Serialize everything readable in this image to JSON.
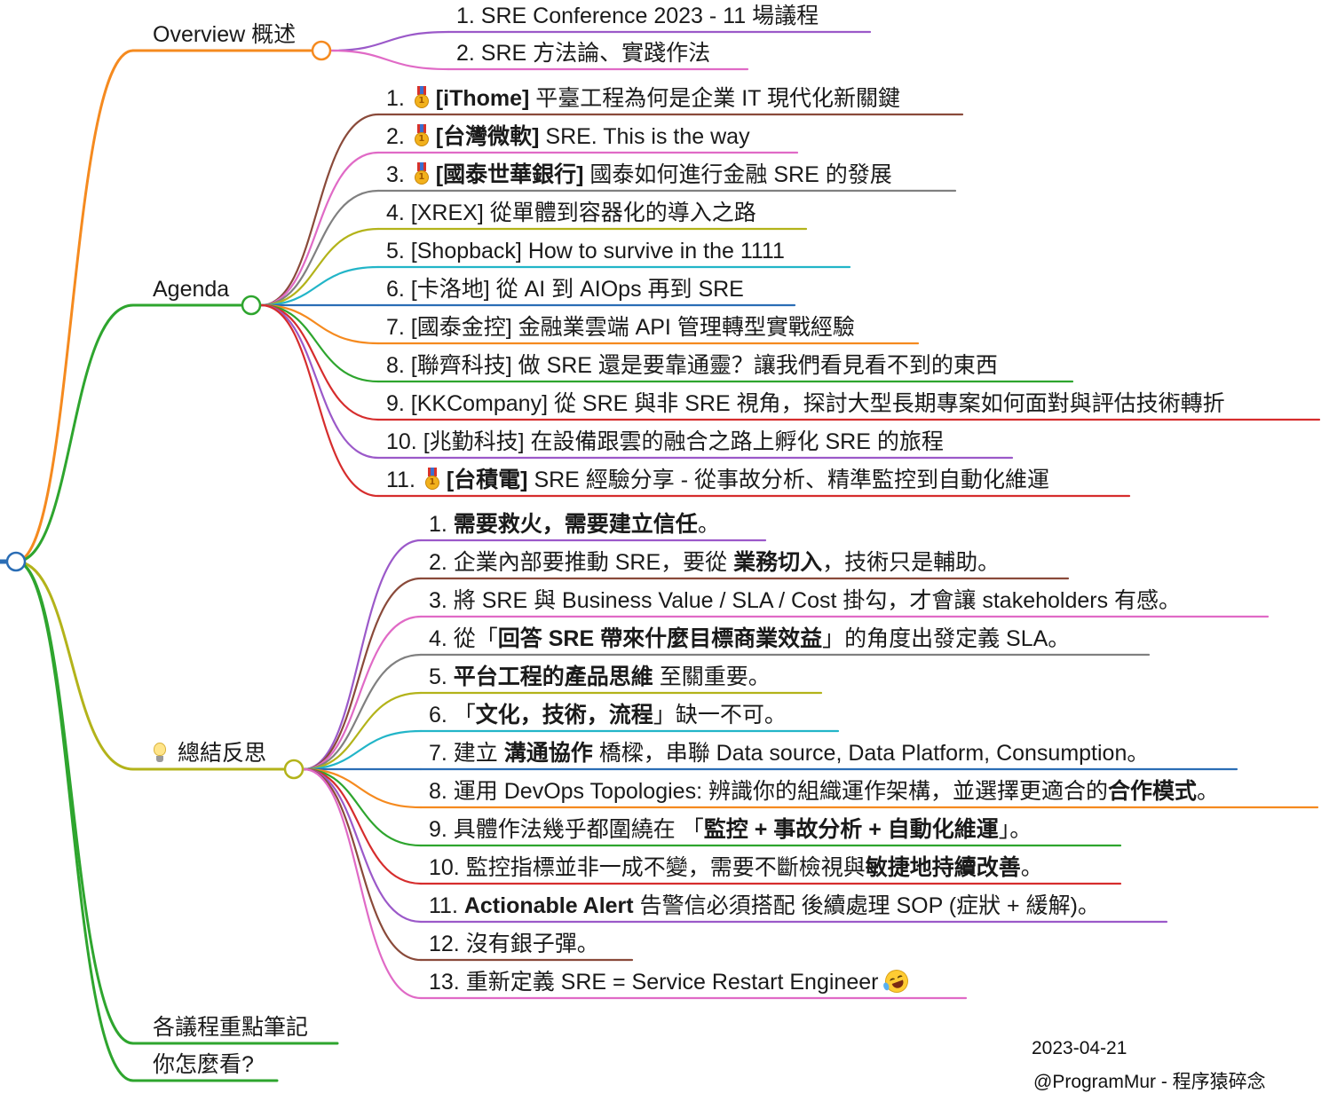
{
  "colors": {
    "overview": "#f58a1f",
    "agenda": "#2ea52e",
    "summary": "#b3b31a",
    "notes": "#2ea52e",
    "opinion": "#2ea52e",
    "root": "#2a6db5",
    "palette": [
      "#9b59c9",
      "#e06ac6",
      "#8a4a3a",
      "#e06ac6",
      "#808080",
      "#b3b31a",
      "#22b5c8",
      "#2a6db5",
      "#f58a1f",
      "#2ea52e",
      "#d62d2d",
      "#9b59c9",
      "#d62d2d"
    ]
  },
  "branches": {
    "overview": {
      "label": "Overview 概述",
      "icon": ""
    },
    "agenda": {
      "label": "Agenda",
      "icon": ""
    },
    "summary": {
      "label": "總結反思",
      "icon": "lightbulb-icon"
    },
    "notes": {
      "label": "各議程重點筆記",
      "icon": ""
    },
    "opinion": {
      "label": "你怎麼看?",
      "icon": ""
    }
  },
  "overview_items": [
    {
      "text": "1. SRE Conference 2023 - 11 場議程"
    },
    {
      "text": "2. SRE 方法論、實踐作法"
    }
  ],
  "agenda_items": [
    {
      "num": "1.",
      "medal": true,
      "bold": "[iThome]",
      "text": " 平臺工程為何是企業 IT 現代化新關鍵"
    },
    {
      "num": "2.",
      "medal": true,
      "bold": "[台灣微軟]",
      "text": " SRE. This is the way"
    },
    {
      "num": "3.",
      "medal": true,
      "bold": "[國泰世華銀行]",
      "text": " 國泰如何進行金融 SRE 的發展"
    },
    {
      "num": "4.",
      "medal": false,
      "bold": "",
      "text": " [XREX] 從單體到容器化的導入之路"
    },
    {
      "num": "5.",
      "medal": false,
      "bold": "",
      "text": " [Shopback] How to survive in the 1111"
    },
    {
      "num": "6.",
      "medal": false,
      "bold": "",
      "text": " [卡洛地] 從 AI 到 AIOps 再到 SRE"
    },
    {
      "num": "7.",
      "medal": false,
      "bold": "",
      "text": " [國泰金控] 金融業雲端 API 管理轉型實戰經驗"
    },
    {
      "num": "8.",
      "medal": false,
      "bold": "",
      "text": " [聯齊科技] 做 SRE 還是要靠通靈？讓我們看見看不到的東西"
    },
    {
      "num": "9.",
      "medal": false,
      "bold": "",
      "text": " [KKCompany] 從 SRE 與非 SRE 視角，探討大型長期專案如何面對與評估技術轉折"
    },
    {
      "num": "10.",
      "medal": false,
      "bold": "",
      "text": " [兆勤科技] 在設備跟雲的融合之路上孵化 SRE 的旅程"
    },
    {
      "num": "11.",
      "medal": true,
      "bold": "[台積電]",
      "text": " SRE 經驗分享 - 從事故分析、精準監控到自動化維運"
    }
  ],
  "summary_items": [
    {
      "parts": [
        {
          "t": "1. ",
          "b": false
        },
        {
          "t": "需要救火，需要建立信任",
          "b": true
        },
        {
          "t": "。",
          "b": false
        }
      ]
    },
    {
      "parts": [
        {
          "t": "2. 企業內部要推動 SRE，要從 ",
          "b": false
        },
        {
          "t": "業務切入",
          "b": true
        },
        {
          "t": "，技術只是輔助。",
          "b": false
        }
      ]
    },
    {
      "parts": [
        {
          "t": "3. 將 SRE 與 Business Value / SLA / Cost 掛勾，才會讓 stakeholders 有感。",
          "b": false
        }
      ]
    },
    {
      "parts": [
        {
          "t": "4. 從「",
          "b": false
        },
        {
          "t": "回答 SRE 帶來什麼目標商業效益",
          "b": true
        },
        {
          "t": "」的角度出發定義 SLA。",
          "b": false
        }
      ]
    },
    {
      "parts": [
        {
          "t": "5. ",
          "b": false
        },
        {
          "t": "平台工程的產品思維",
          "b": true
        },
        {
          "t": " 至關重要。",
          "b": false
        }
      ]
    },
    {
      "parts": [
        {
          "t": "6. 「",
          "b": false
        },
        {
          "t": "文化，技術，流程",
          "b": true
        },
        {
          "t": "」缺一不可。",
          "b": false
        }
      ]
    },
    {
      "parts": [
        {
          "t": "7. 建立 ",
          "b": false
        },
        {
          "t": "溝通協作",
          "b": true
        },
        {
          "t": " 橋樑，串聯 Data source, Data Platform, Consumption。",
          "b": false
        }
      ]
    },
    {
      "parts": [
        {
          "t": "8. 運用 DevOps Topologies: 辨識你的組織運作架構，並選擇更適合的",
          "b": false
        },
        {
          "t": "合作模式",
          "b": true
        },
        {
          "t": "。",
          "b": false
        }
      ]
    },
    {
      "parts": [
        {
          "t": "9. 具體作法幾乎都圍繞在 「",
          "b": false
        },
        {
          "t": "監控 + 事故分析 + 自動化維運",
          "b": true
        },
        {
          "t": "」。",
          "b": false
        }
      ]
    },
    {
      "parts": [
        {
          "t": "10. 監控指標並非一成不變，需要不斷檢視與",
          "b": false
        },
        {
          "t": "敏捷地持續改善",
          "b": true
        },
        {
          "t": "。",
          "b": false
        }
      ]
    },
    {
      "parts": [
        {
          "t": "11. ",
          "b": false
        },
        {
          "t": "Actionable Alert",
          "b": true
        },
        {
          "t": " 告警信必須搭配 後續處理 SOP (症狀 + 緩解)。",
          "b": false
        }
      ]
    },
    {
      "parts": [
        {
          "t": "12. 沒有銀子彈。",
          "b": false
        }
      ]
    },
    {
      "parts": [
        {
          "t": "13. 重新定義 SRE = Service Restart Engineer",
          "b": false
        }
      ],
      "emoji": "rofl-icon"
    }
  ],
  "footer": {
    "date": "2023-04-21",
    "author": "@ProgramMur - 程序猿碎念"
  }
}
